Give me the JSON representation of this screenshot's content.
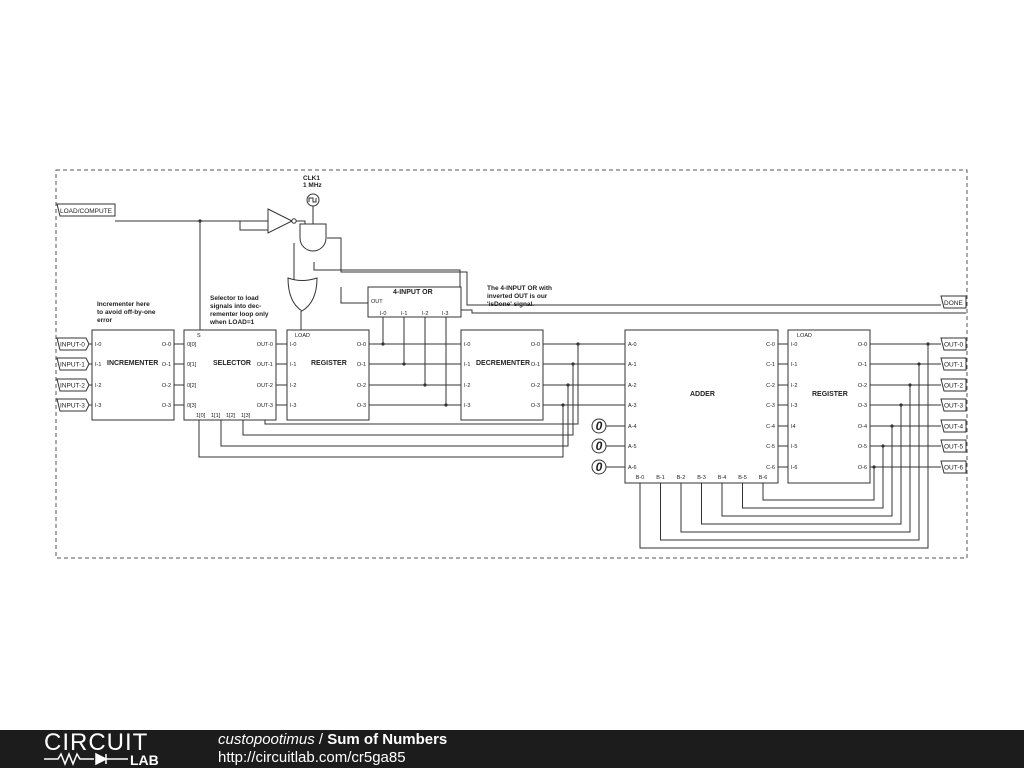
{
  "diagram": {
    "labels": {
      "load_compute": "LOAD/COMPUTE",
      "done": "DONE",
      "clk_name": "CLK1",
      "clk_freq": "1 MHz",
      "or4": "4-INPUT OR",
      "or4_out": "OUT",
      "incrementer": "INCREMENTER",
      "selector": "SELECTOR",
      "register1": "REGISTER",
      "decrementer": "DECREMENTER",
      "adder": "ADDER",
      "register2": "REGISTER",
      "load": "LOAD",
      "s": "S",
      "const_zero": "0"
    },
    "notes": {
      "incrementer_1": "Incrementer here",
      "incrementer_2": "to avoid off-by-one",
      "incrementer_3": "error",
      "selector_1": "Selector to load",
      "selector_2": "signals into dec-",
      "selector_3": "rementer loop only",
      "selector_4": "when LOAD=1",
      "or_1": "The 4-INPUT OR with",
      "or_2": "inverted OUT is our",
      "or_3": "'isDone' signal."
    },
    "inputs": [
      "INPUT-0",
      "INPUT-1",
      "INPUT-2",
      "INPUT-3"
    ],
    "outputs": [
      "OUT-0",
      "OUT-1",
      "OUT-2",
      "OUT-3",
      "OUT-4",
      "OUT-5",
      "OUT-6"
    ],
    "pins": {
      "inc_in": [
        "I-0",
        "I-1",
        "I-2",
        "I-3"
      ],
      "inc_out": [
        "O-0",
        "O-1",
        "O-2",
        "O-3"
      ],
      "sel_in": [
        "0[0]",
        "0[1]",
        "0[2]",
        "0[3]"
      ],
      "sel_out": [
        "OUT-0",
        "OUT-1",
        "OUT-2",
        "OUT-3"
      ],
      "sel_bot": [
        "1[0]",
        "1[1]",
        "1[2]",
        "1[3]"
      ],
      "reg1_in": [
        "I-0",
        "I-1",
        "I-2",
        "I-3"
      ],
      "reg1_out": [
        "O-0",
        "O-1",
        "O-2",
        "O-3"
      ],
      "or_in": [
        "I-0",
        "I-1",
        "I-2",
        "I-3"
      ],
      "dec_in": [
        "I-0",
        "I-1",
        "I-2",
        "I-3"
      ],
      "dec_out": [
        "O-0",
        "O-1",
        "O-2",
        "O-3"
      ],
      "add_a": [
        "A-0",
        "A-1",
        "A-2",
        "A-3",
        "A-4",
        "A-5",
        "A-6"
      ],
      "add_c": [
        "C-0",
        "C-1",
        "C-2",
        "C-3",
        "C-4",
        "C-5",
        "C-6"
      ],
      "add_b": [
        "B-0",
        "B-1",
        "B-2",
        "B-3",
        "B-4",
        "B-5",
        "B-6"
      ],
      "reg2_in": [
        "I-0",
        "I-1",
        "I-2",
        "I-3",
        "I4",
        "I-5",
        "I-6"
      ],
      "reg2_out": [
        "O-0",
        "O-1",
        "O-2",
        "O-3",
        "O-4",
        "O-5",
        "O-6"
      ]
    }
  },
  "footer": {
    "logo_top": "CIRCUIT",
    "logo_bottom": "LAB",
    "author": "custopootimus",
    "separator": " / ",
    "title": "Sum of Numbers",
    "url": "http://circuitlab.com/cr5ga85"
  }
}
